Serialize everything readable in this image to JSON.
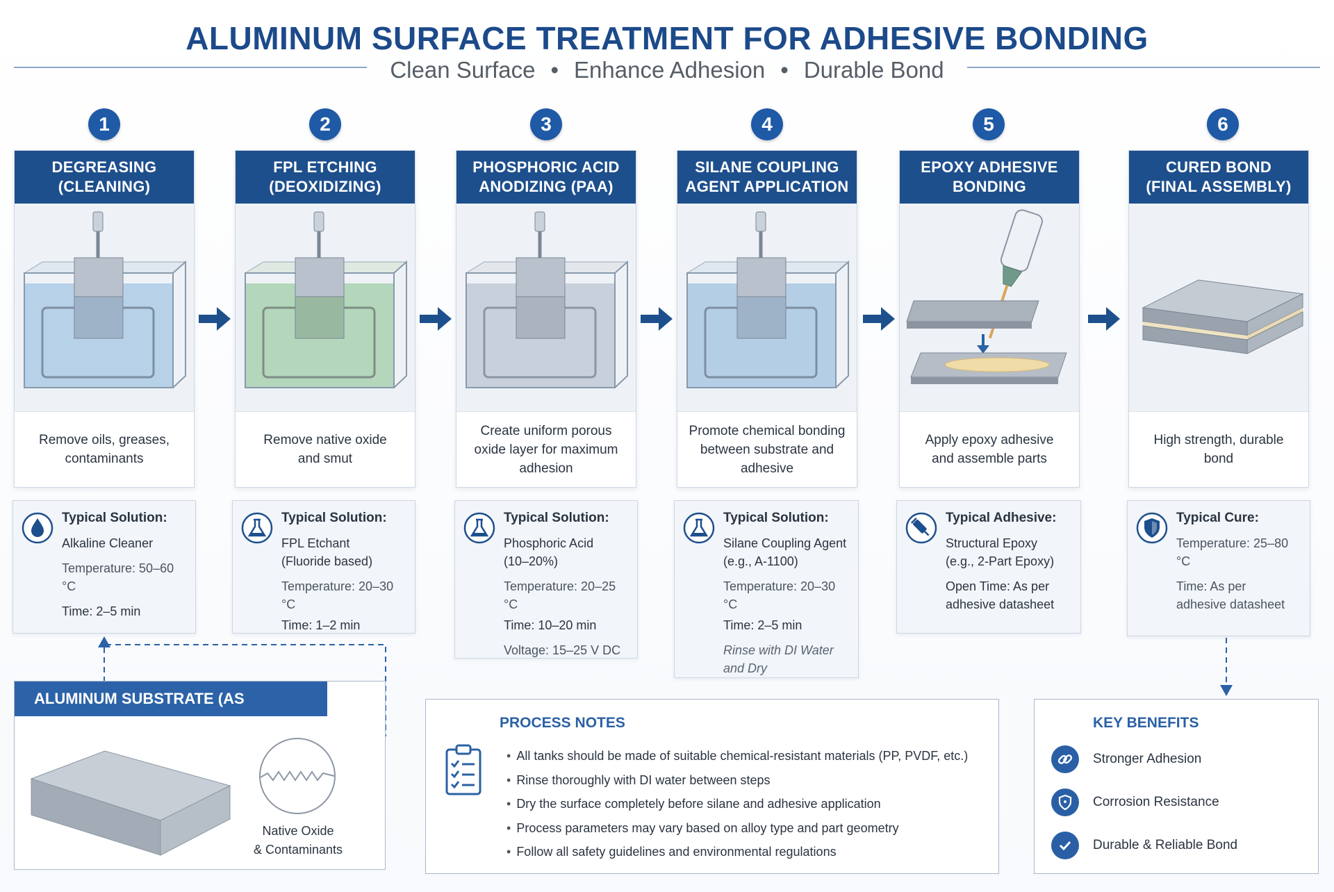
{
  "header": {
    "title": "ALUMINUM SURFACE TREATMENT FOR ADHESIVE BONDING",
    "subtitle_items": [
      "Clean Surface",
      "Enhance Adhesion",
      "Durable Bond"
    ],
    "separator": "•"
  },
  "steps": [
    {
      "number": "1",
      "title_line1": "DEGREASING",
      "title_line2": "(CLEANING)",
      "desc_line1": "Remove oils, greases,",
      "desc_line2": "contaminants",
      "desc_line3": "",
      "bath_color": "#a9c8e3"
    },
    {
      "number": "2",
      "title_line1": "FPL ETCHING",
      "title_line2": "(DEOXIDIZING)",
      "desc_line1": "Remove native oxide",
      "desc_line2": "and smut",
      "desc_line3": "",
      "bath_color": "#a9d1b0"
    },
    {
      "number": "3",
      "title_line1": "PHOSPHORIC ACID",
      "title_line2": "ANODIZING (PAA)",
      "desc_line1": "Create uniform porous",
      "desc_line2": "oxide layer for maximum",
      "desc_line3": "adhesion",
      "bath_color": "#c3ccd8"
    },
    {
      "number": "4",
      "title_line1": "SILANE COUPLING",
      "title_line2": "AGENT APPLICATION",
      "desc_line1": "Promote chemical bonding",
      "desc_line2": "between substrate and",
      "desc_line3": "adhesive",
      "bath_color": "#a9c8e3"
    },
    {
      "number": "5",
      "title_line1": "EPOXY ADHESIVE",
      "title_line2": "BONDING",
      "desc_line1": "Apply epoxy adhesive",
      "desc_line2": "and assemble parts",
      "desc_line3": ""
    },
    {
      "number": "6",
      "title_line1": "CURED BOND",
      "title_line2": "(FINAL ASSEMBLY)",
      "desc_line1": "High strength, durable",
      "desc_line2": "bond",
      "desc_line3": ""
    }
  ],
  "info": [
    {
      "heading": "Typical Solution:",
      "lines": [
        "Alkaline Cleaner",
        "Temperature: 50–60 °C",
        "Time: 2–5 min"
      ],
      "icon": "droplet-icon"
    },
    {
      "heading": "Typical Solution:",
      "lines": [
        "FPL Etchant",
        "(Fluoride based)",
        "Temperature: 20–30 °C",
        "Time: 1–2 min"
      ],
      "icon": "flask-icon"
    },
    {
      "heading": "Typical Solution:",
      "lines": [
        "Phosphoric Acid",
        "(10–20%)",
        "Temperature: 20–25 °C",
        "Time: 10–20 min",
        "Voltage: 15–25 V DC"
      ],
      "icon": "flask-icon"
    },
    {
      "heading": "Typical Solution:",
      "lines": [
        "Silane Coupling Agent",
        "(e.g., A-1100)",
        "Temperature: 20–30 °C",
        "Time: 2–5 min",
        "Rinse with DI Water",
        "and Dry"
      ],
      "icon": "flask-icon"
    },
    {
      "heading": "Typical Adhesive:",
      "lines": [
        "Structural Epoxy",
        "(e.g., 2-Part Epoxy)",
        "Open Time: As per",
        "adhesive datasheet"
      ],
      "icon": "syringe-icon"
    },
    {
      "heading": "Typical Cure:",
      "lines": [
        "Temperature: 25–80 °C",
        "Time: As per",
        "adhesive datasheet"
      ],
      "icon": "shield-icon"
    }
  ],
  "substrate": {
    "heading": "ALUMINUM SUBSTRATE (AS RECEIVED)",
    "callout_line1": "Native Oxide",
    "callout_line2": "& Contaminants"
  },
  "notes": {
    "heading": "PROCESS NOTES",
    "items": [
      "All tanks should be made of suitable chemical-resistant materials (PP, PVDF, etc.)",
      "Rinse thoroughly with DI water between steps",
      "Dry the surface completely before silane and adhesive application",
      "Process parameters may vary based on alloy type and part geometry",
      "Follow all safety guidelines and environmental regulations"
    ]
  },
  "benefits": {
    "heading": "KEY BENEFITS",
    "items": [
      {
        "label": "Stronger Adhesion",
        "icon": "link-icon"
      },
      {
        "label": "Corrosion Resistance",
        "icon": "shield-icon"
      },
      {
        "label": "Durable & Reliable Bond",
        "icon": "check-icon"
      }
    ]
  },
  "colors": {
    "primary": "#1e4f8d",
    "accent": "#2b61a5"
  }
}
